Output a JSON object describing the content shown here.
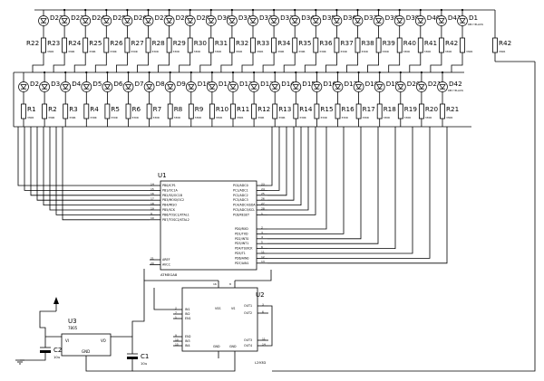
{
  "led_type_label": "RED YELLOW",
  "top_leds": [
    "D22",
    "D23",
    "D24",
    "D25",
    "D26",
    "D27",
    "D28",
    "D29",
    "D30",
    "D31",
    "D32",
    "D33",
    "D34",
    "D35",
    "D36",
    "D37",
    "D38",
    "D39",
    "D40",
    "D41",
    "D1"
  ],
  "top_resistors": [
    "R22",
    "R23",
    "R24",
    "R25",
    "R26",
    "R27",
    "R28",
    "R29",
    "R30",
    "R31",
    "R32",
    "R33",
    "R34",
    "R35",
    "R36",
    "R37",
    "R38",
    "R39",
    "R40",
    "R41",
    "R42"
  ],
  "bottom_leds": [
    "D2",
    "D3",
    "D4",
    "D5",
    "D6",
    "D7",
    "D8",
    "D9",
    "D10",
    "D11",
    "D12",
    "D13",
    "D14",
    "D15",
    "D16",
    "D17",
    "D18",
    "D19",
    "D20",
    "D21",
    "D42"
  ],
  "bottom_resistors": [
    "R1",
    "R2",
    "R3",
    "R4",
    "R5",
    "R6",
    "R7",
    "R8",
    "R9",
    "R10",
    "R11",
    "R12",
    "R13",
    "R14",
    "R15",
    "R16",
    "R17",
    "R18",
    "R19",
    "R20",
    "R21"
  ],
  "resistor_value": "330R",
  "mcu": {
    "ref": "U1",
    "part": "ATMEGA8",
    "left_pins": [
      {
        "num": "14",
        "name": "PB0/ICP1"
      },
      {
        "num": "15",
        "name": "PB1/OC1A"
      },
      {
        "num": "16",
        "name": "PB2/SS/OC1B"
      },
      {
        "num": "17",
        "name": "PB3/MOSI/OC2"
      },
      {
        "num": "18",
        "name": "PB4/MISO"
      },
      {
        "num": "19",
        "name": "PB5/SCK"
      },
      {
        "num": "9",
        "name": "PB6/TOSC1/XTAL1"
      },
      {
        "num": "10",
        "name": "PB7/TOSC2/XTAL2"
      }
    ],
    "left_pins_low": [
      {
        "num": "21",
        "name": "AREF"
      },
      {
        "num": "20",
        "name": "AVCC"
      }
    ],
    "right_pins": [
      {
        "num": "23",
        "name": "PC0/ADC0"
      },
      {
        "num": "24",
        "name": "PC1/ADC1"
      },
      {
        "num": "25",
        "name": "PC2/ADC2"
      },
      {
        "num": "26",
        "name": "PC3/ADC3"
      },
      {
        "num": "27",
        "name": "PC4/ADC4/SDA"
      },
      {
        "num": "28",
        "name": "PC5/ADC5/SCL"
      },
      {
        "num": "1",
        "name": "PC6/RESET"
      }
    ],
    "right_pins_low": [
      {
        "num": "2",
        "name": "PD0/RXD"
      },
      {
        "num": "3",
        "name": "PD1/TXD"
      },
      {
        "num": "4",
        "name": "PD2/INT0"
      },
      {
        "num": "5",
        "name": "PD3/INT1"
      },
      {
        "num": "6",
        "name": "PD4/T0/XCK"
      },
      {
        "num": "11",
        "name": "PD5/T1"
      },
      {
        "num": "12",
        "name": "PD6/AIN0"
      },
      {
        "num": "13",
        "name": "PD7/AIN1"
      }
    ]
  },
  "driver": {
    "ref": "U2",
    "part": "L293D",
    "left_pins": [
      {
        "num": "2",
        "name": "IN1"
      },
      {
        "num": "7",
        "name": "IN2"
      },
      {
        "num": "1",
        "name": "EN1"
      },
      {
        "num": "9",
        "name": "EN2"
      },
      {
        "num": "10",
        "name": "IN3"
      },
      {
        "num": "15",
        "name": "IN4"
      }
    ],
    "top_pins": [
      {
        "num": "16",
        "name": "VSS"
      },
      {
        "num": "8",
        "name": "VS"
      }
    ],
    "right_pins": [
      {
        "num": "3",
        "name": "OUT1"
      },
      {
        "num": "6",
        "name": "OUT2"
      },
      {
        "num": "11",
        "name": "OUT3"
      },
      {
        "num": "14",
        "name": "OUT4"
      }
    ],
    "gnd_label": "GND"
  },
  "regulator": {
    "ref": "U3",
    "part": "7805",
    "pin_vi": "VI",
    "pin_vo": "VO",
    "pin_gnd": "GND"
  },
  "cap1": {
    "ref": "C1",
    "value": "10u"
  },
  "cap2": {
    "ref": "C2",
    "value": "10u"
  }
}
